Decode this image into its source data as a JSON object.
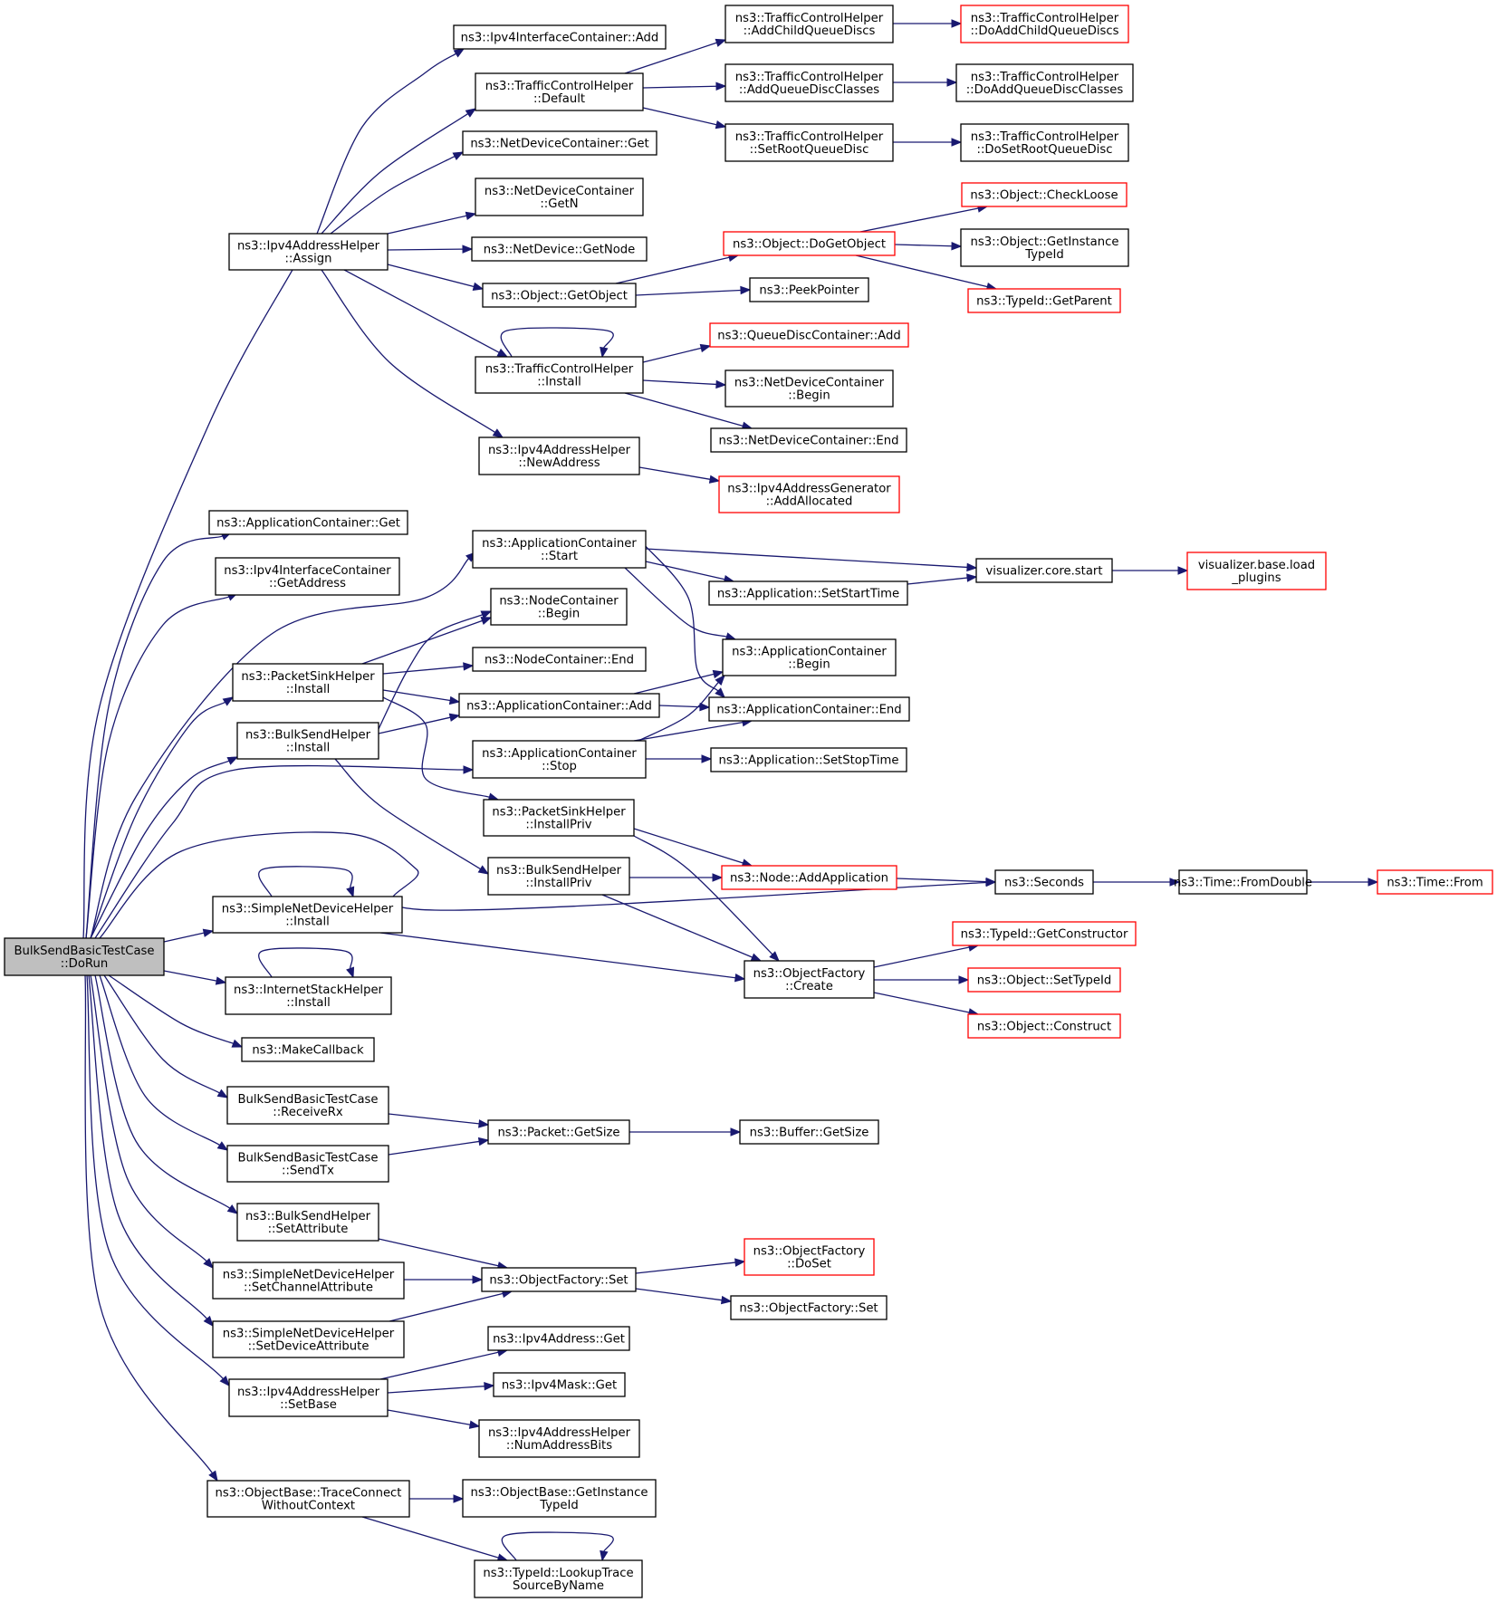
{
  "diagram": {
    "type": "call-graph",
    "colors": {
      "edge": "#191970",
      "node_border": "#000000",
      "node_border_truncated": "#ff0000",
      "root_fill": "#bfbfbf"
    },
    "nodes": [
      {
        "id": "root",
        "lines": [
          "BulkSendBasicTestCase",
          "::DoRun"
        ],
        "style": "root"
      },
      {
        "id": "ipv4ah_assign",
        "lines": [
          "ns3::Ipv4AddressHelper",
          "::Assign"
        ]
      },
      {
        "id": "appc_get",
        "lines": [
          "ns3::ApplicationContainer::Get"
        ]
      },
      {
        "id": "ipv4ic_getaddress",
        "lines": [
          "ns3::Ipv4InterfaceContainer",
          "::GetAddress"
        ]
      },
      {
        "id": "psh_install",
        "lines": [
          "ns3::PacketSinkHelper",
          "::Install"
        ]
      },
      {
        "id": "bsh_install",
        "lines": [
          "ns3::BulkSendHelper",
          "::Install"
        ]
      },
      {
        "id": "sndh_install",
        "lines": [
          "ns3::SimpleNetDeviceHelper",
          "::Install"
        ]
      },
      {
        "id": "ish_install",
        "lines": [
          "ns3::InternetStackHelper",
          "::Install"
        ]
      },
      {
        "id": "makecallback",
        "lines": [
          "ns3::MakeCallback"
        ]
      },
      {
        "id": "receiverx",
        "lines": [
          "BulkSendBasicTestCase",
          "::ReceiveRx"
        ]
      },
      {
        "id": "sendtx",
        "lines": [
          "BulkSendBasicTestCase",
          "::SendTx"
        ]
      },
      {
        "id": "bsh_setattr",
        "lines": [
          "ns3::BulkSendHelper",
          "::SetAttribute"
        ]
      },
      {
        "id": "sndh_setchan",
        "lines": [
          "ns3::SimpleNetDeviceHelper",
          "::SetChannelAttribute"
        ]
      },
      {
        "id": "sndh_setdev",
        "lines": [
          "ns3::SimpleNetDeviceHelper",
          "::SetDeviceAttribute"
        ]
      },
      {
        "id": "ipv4ah_setbase",
        "lines": [
          "ns3::Ipv4AddressHelper",
          "::SetBase"
        ]
      },
      {
        "id": "ob_traceconnect",
        "lines": [
          "ns3::ObjectBase::TraceConnect",
          "WithoutContext"
        ]
      },
      {
        "id": "ipv4ic_add",
        "lines": [
          "ns3::Ipv4InterfaceContainer::Add"
        ]
      },
      {
        "id": "tch_default",
        "lines": [
          "ns3::TrafficControlHelper",
          "::Default"
        ]
      },
      {
        "id": "ndc_get",
        "lines": [
          "ns3::NetDeviceContainer::Get"
        ]
      },
      {
        "id": "ndc_getn",
        "lines": [
          "ns3::NetDeviceContainer",
          "::GetN"
        ]
      },
      {
        "id": "nd_getnode",
        "lines": [
          "ns3::NetDevice::GetNode"
        ]
      },
      {
        "id": "obj_getobject",
        "lines": [
          "ns3::Object::GetObject"
        ]
      },
      {
        "id": "tch_install",
        "lines": [
          "ns3::TrafficControlHelper",
          "::Install"
        ]
      },
      {
        "id": "ipv4ah_newaddr",
        "lines": [
          "ns3::Ipv4AddressHelper",
          "::NewAddress"
        ]
      },
      {
        "id": "appc_start",
        "lines": [
          "ns3::ApplicationContainer",
          "::Start"
        ]
      },
      {
        "id": "nc_begin",
        "lines": [
          "ns3::NodeContainer",
          "::Begin"
        ]
      },
      {
        "id": "nc_end",
        "lines": [
          "ns3::NodeContainer::End"
        ]
      },
      {
        "id": "appc_add",
        "lines": [
          "ns3::ApplicationContainer::Add"
        ]
      },
      {
        "id": "appc_stop",
        "lines": [
          "ns3::ApplicationContainer",
          "::Stop"
        ]
      },
      {
        "id": "psh_installpriv",
        "lines": [
          "ns3::PacketSinkHelper",
          "::InstallPriv"
        ]
      },
      {
        "id": "bsh_installpriv",
        "lines": [
          "ns3::BulkSendHelper",
          "::InstallPriv"
        ]
      },
      {
        "id": "pkt_getsize",
        "lines": [
          "ns3::Packet::GetSize"
        ]
      },
      {
        "id": "of_set",
        "lines": [
          "ns3::ObjectFactory::Set"
        ]
      },
      {
        "id": "ipv4a_get",
        "lines": [
          "ns3::Ipv4Address::Get"
        ]
      },
      {
        "id": "ipv4m_get",
        "lines": [
          "ns3::Ipv4Mask::Get"
        ]
      },
      {
        "id": "ipv4ah_numbits",
        "lines": [
          "ns3::Ipv4AddressHelper",
          "::NumAddressBits"
        ]
      },
      {
        "id": "ob_getinsttypeid",
        "lines": [
          "ns3::ObjectBase::GetInstance",
          "TypeId"
        ]
      },
      {
        "id": "tid_lookuptrace",
        "lines": [
          "ns3::TypeId::LookupTrace",
          "SourceByName"
        ]
      },
      {
        "id": "tch_addchild",
        "lines": [
          "ns3::TrafficControlHelper",
          "::AddChildQueueDiscs"
        ]
      },
      {
        "id": "tch_addqdclasses",
        "lines": [
          "ns3::TrafficControlHelper",
          "::AddQueueDiscClasses"
        ]
      },
      {
        "id": "tch_setroot",
        "lines": [
          "ns3::TrafficControlHelper",
          "::SetRootQueueDisc"
        ]
      },
      {
        "id": "obj_dogetobject",
        "lines": [
          "ns3::Object::DoGetObject"
        ],
        "style": "red"
      },
      {
        "id": "peekpointer",
        "lines": [
          "ns3::PeekPointer"
        ]
      },
      {
        "id": "qdc_add",
        "lines": [
          "ns3::QueueDiscContainer::Add"
        ],
        "style": "red"
      },
      {
        "id": "ndc_begin",
        "lines": [
          "ns3::NetDeviceContainer",
          "::Begin"
        ]
      },
      {
        "id": "ndc_end",
        "lines": [
          "ns3::NetDeviceContainer::End"
        ]
      },
      {
        "id": "ipv4ag_addalloc",
        "lines": [
          "ns3::Ipv4AddressGenerator",
          "::AddAllocated"
        ],
        "style": "red"
      },
      {
        "id": "app_setstart",
        "lines": [
          "ns3::Application::SetStartTime"
        ]
      },
      {
        "id": "appc_begin",
        "lines": [
          "ns3::ApplicationContainer",
          "::Begin"
        ]
      },
      {
        "id": "appc_end",
        "lines": [
          "ns3::ApplicationContainer::End"
        ]
      },
      {
        "id": "app_setstop",
        "lines": [
          "ns3::Application::SetStopTime"
        ]
      },
      {
        "id": "node_addapp",
        "lines": [
          "ns3::Node::AddApplication"
        ],
        "style": "red"
      },
      {
        "id": "of_create",
        "lines": [
          "ns3::ObjectFactory",
          "::Create"
        ]
      },
      {
        "id": "buf_getsize",
        "lines": [
          "ns3::Buffer::GetSize"
        ]
      },
      {
        "id": "of_doset",
        "lines": [
          "ns3::ObjectFactory",
          "::DoSet"
        ],
        "style": "red"
      },
      {
        "id": "of_set2",
        "lines": [
          "ns3::ObjectFactory::Set"
        ]
      },
      {
        "id": "tch_doaddchild",
        "lines": [
          "ns3::TrafficControlHelper",
          "::DoAddChildQueueDiscs"
        ],
        "style": "red"
      },
      {
        "id": "tch_doaddqdclasses",
        "lines": [
          "ns3::TrafficControlHelper",
          "::DoAddQueueDiscClasses"
        ]
      },
      {
        "id": "tch_dosetroot",
        "lines": [
          "ns3::TrafficControlHelper",
          "::DoSetRootQueueDisc"
        ]
      },
      {
        "id": "obj_checkloose",
        "lines": [
          "ns3::Object::CheckLoose"
        ],
        "style": "red"
      },
      {
        "id": "obj_getinsttypeid",
        "lines": [
          "ns3::Object::GetInstance",
          "TypeId"
        ]
      },
      {
        "id": "tid_getparent",
        "lines": [
          "ns3::TypeId::GetParent"
        ],
        "style": "red"
      },
      {
        "id": "viz_start",
        "lines": [
          "visualizer.core.start"
        ]
      },
      {
        "id": "ns3_seconds",
        "lines": [
          "ns3::Seconds"
        ]
      },
      {
        "id": "tid_getctor",
        "lines": [
          "ns3::TypeId::GetConstructor"
        ],
        "style": "red"
      },
      {
        "id": "obj_settypeid",
        "lines": [
          "ns3::Object::SetTypeId"
        ],
        "style": "red"
      },
      {
        "id": "obj_construct",
        "lines": [
          "ns3::Object::Construct"
        ],
        "style": "red"
      },
      {
        "id": "viz_loadplugins",
        "lines": [
          "visualizer.base.load",
          "_plugins"
        ],
        "style": "red"
      },
      {
        "id": "time_fromdouble",
        "lines": [
          "ns3::Time::FromDouble"
        ]
      },
      {
        "id": "time_from",
        "lines": [
          "ns3::Time::From"
        ],
        "style": "red"
      }
    ]
  }
}
